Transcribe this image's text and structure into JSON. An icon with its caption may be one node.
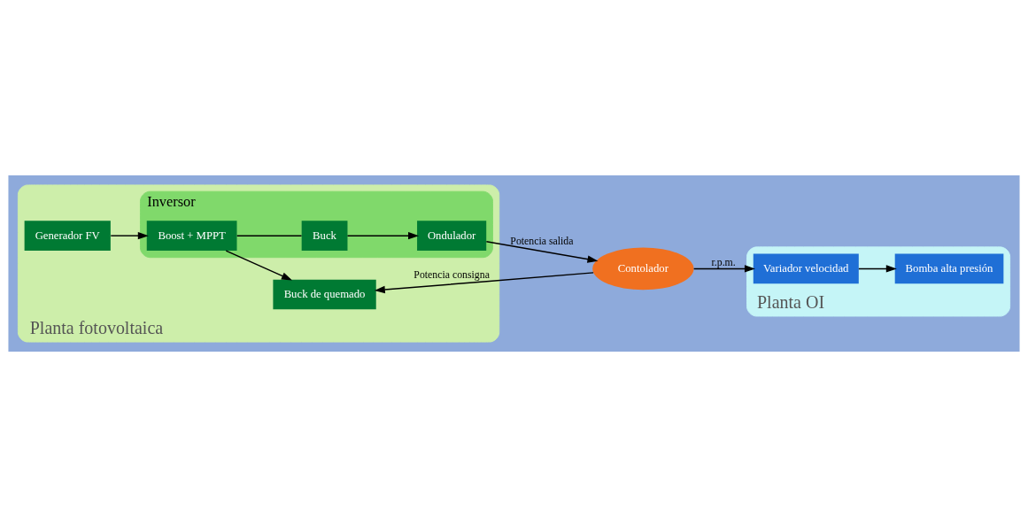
{
  "diagram": {
    "nodes": [
      {
        "text": [
          "Planta fotovoltaica"
        ]
      },
      {
        "text": [
          "Inversor"
        ],
        "in": 0
      },
      {
        "text": [
          "Generador FV"
        ],
        "in": 0
      },
      {
        "text": [
          "Boost + MPPT"
        ],
        "in": 1
      },
      {
        "text": [
          "Buck"
        ],
        "in": 1
      },
      {
        "text": [
          "Ondulador"
        ],
        "in": 1
      },
      {
        "text": [
          "Buck de quemado"
        ],
        "in": 0
      },
      {
        "text": [
          "Contolador"
        ]
      },
      {
        "text": [
          "Planta OI"
        ]
      },
      {
        "text": [
          "Variador velocidad"
        ],
        "in": 8
      },
      {
        "text": [
          "Bomba alta presión"
        ],
        "in": 8
      }
    ],
    "edges": [
      {
        "from": 2,
        "to": 3,
        "arrow": "to"
      },
      {
        "from": 3,
        "to": 4,
        "arrow": "none"
      },
      {
        "from": 3,
        "to": 6,
        "arrow": "to"
      },
      {
        "from": 4,
        "to": 5,
        "arrow": "to"
      },
      {
        "from": 5,
        "to": 7,
        "arrow": "to",
        "label": "Potencia salida"
      },
      {
        "from": 7,
        "to": 6,
        "arrow": "to",
        "label": "Potencia consigna"
      },
      {
        "from": 7,
        "to": 9,
        "arrow": "to",
        "label": "r.p.m."
      },
      {
        "from": 9,
        "to": 10,
        "arrow": "to"
      }
    ]
  }
}
